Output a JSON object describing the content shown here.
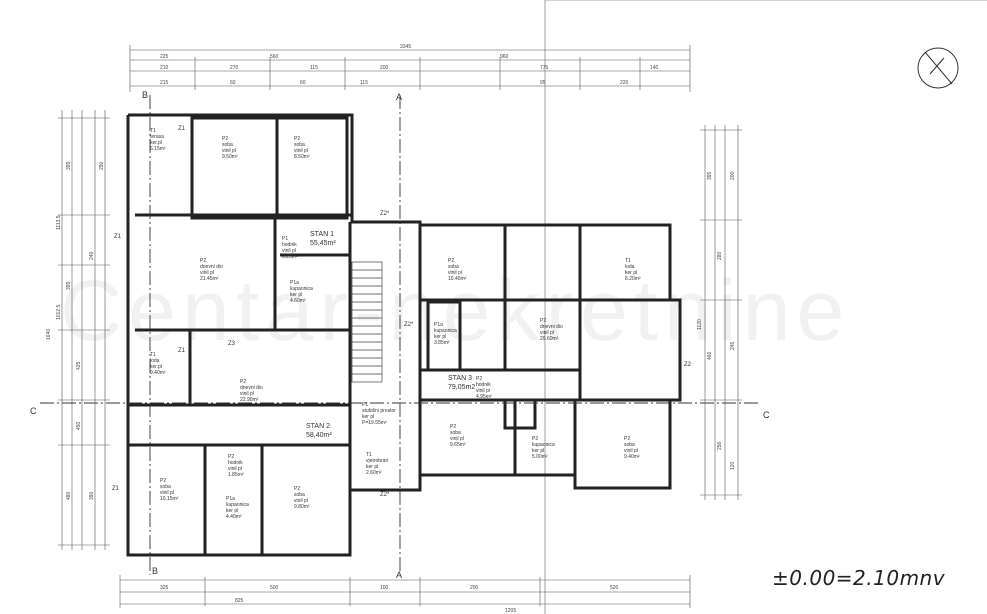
{
  "watermark": "Centar-nekretnine",
  "elevation_note": "±0.00=2.10mnv",
  "section_marks": [
    "A",
    "B",
    "C"
  ],
  "apartments": [
    {
      "name": "STAN 1",
      "area": "55,45m²"
    },
    {
      "name": "STAN 2",
      "area": "58,40m²"
    },
    {
      "name": "STAN 3",
      "area": "79,05m2"
    }
  ],
  "rooms": [
    {
      "lines": [
        "T1",
        "terasa",
        "ker.pl",
        "6.15m²"
      ]
    },
    {
      "lines": [
        "P2",
        "soba",
        "vinil pl",
        "9.50m²"
      ]
    },
    {
      "lines": [
        "P2",
        "soba",
        "vinil pl",
        "8.50m²"
      ]
    },
    {
      "lines": [
        "P2",
        "dnevni dio",
        "vinil pl",
        "21.45m²"
      ]
    },
    {
      "lines": [
        "P1",
        "hodnik",
        "vinil pl",
        "3.25m²"
      ]
    },
    {
      "lines": [
        "P1a",
        "kupaonica",
        "ker pl",
        "4.60m²"
      ]
    },
    {
      "lines": [
        "T1",
        "loda",
        "ker.pl",
        "9.40m²"
      ]
    },
    {
      "lines": [
        "P2",
        "dnevni dio",
        "vinil pl",
        "22.90m²"
      ]
    },
    {
      "lines": [
        "P1",
        "stubišni prostor",
        "ker pl",
        "P=19.55m²"
      ]
    },
    {
      "lines": [
        "P2",
        "soba",
        "vinil pl",
        "10.15m²"
      ]
    },
    {
      "lines": [
        "P1a",
        "kupaonica",
        "ker pl",
        "4.40m²"
      ]
    },
    {
      "lines": [
        "P2",
        "hodnik",
        "vinil pl",
        "1.85m²"
      ]
    },
    {
      "lines": [
        "P2",
        "soba",
        "vinil pl",
        "9.80m²"
      ]
    },
    {
      "lines": [
        "T1",
        "vjetrobran",
        "ker pl",
        "2.60m²"
      ]
    },
    {
      "lines": [
        "P2",
        "soba",
        "vinil pl",
        "10.40m²"
      ]
    },
    {
      "lines": [
        "P1a",
        "kupaonica",
        "ker pl",
        "3.85m²"
      ]
    },
    {
      "lines": [
        "P2",
        "dnevni dio",
        "vinil pl",
        "29.60m²"
      ]
    },
    {
      "lines": [
        "T1",
        "loda",
        "ker pl",
        "8.20m²"
      ]
    },
    {
      "lines": [
        "P2",
        "hodnik",
        "vinil pl",
        "4.95m²"
      ]
    },
    {
      "lines": [
        "P2",
        "soba",
        "vinil pl",
        "9.65m²"
      ]
    },
    {
      "lines": [
        "P2",
        "kupaonica",
        "ker pl",
        "5.00m²"
      ]
    },
    {
      "lines": [
        "P2",
        "soba",
        "vinil pl",
        "9.40m²"
      ]
    }
  ],
  "wall_labels": [
    "Z1",
    "Z2",
    "Z3",
    "Z2*"
  ],
  "dimensions_top_outer": [
    "3345"
  ],
  "dimensions_top_row2": [
    "225",
    "560",
    "960"
  ],
  "dimensions_top_row3": [
    "210",
    "270",
    "115",
    "200",
    "775",
    "140"
  ],
  "dimensions_top_row4": [
    "215",
    "60",
    "60",
    "115",
    "95",
    "220"
  ],
  "dimensions_bottom_row1": [
    "325",
    "500",
    "100",
    "200",
    "520"
  ],
  "dimensions_bottom_row2": [
    "825",
    "1205"
  ],
  "dimensions_left": [
    "1640",
    "1113.5",
    "1012.5",
    "395",
    "395",
    "425",
    "450",
    "480",
    "390",
    "240",
    "290"
  ],
  "dimensions_right": [
    "1120",
    "395",
    "460",
    "280",
    "250",
    "200",
    "245",
    "120"
  ]
}
